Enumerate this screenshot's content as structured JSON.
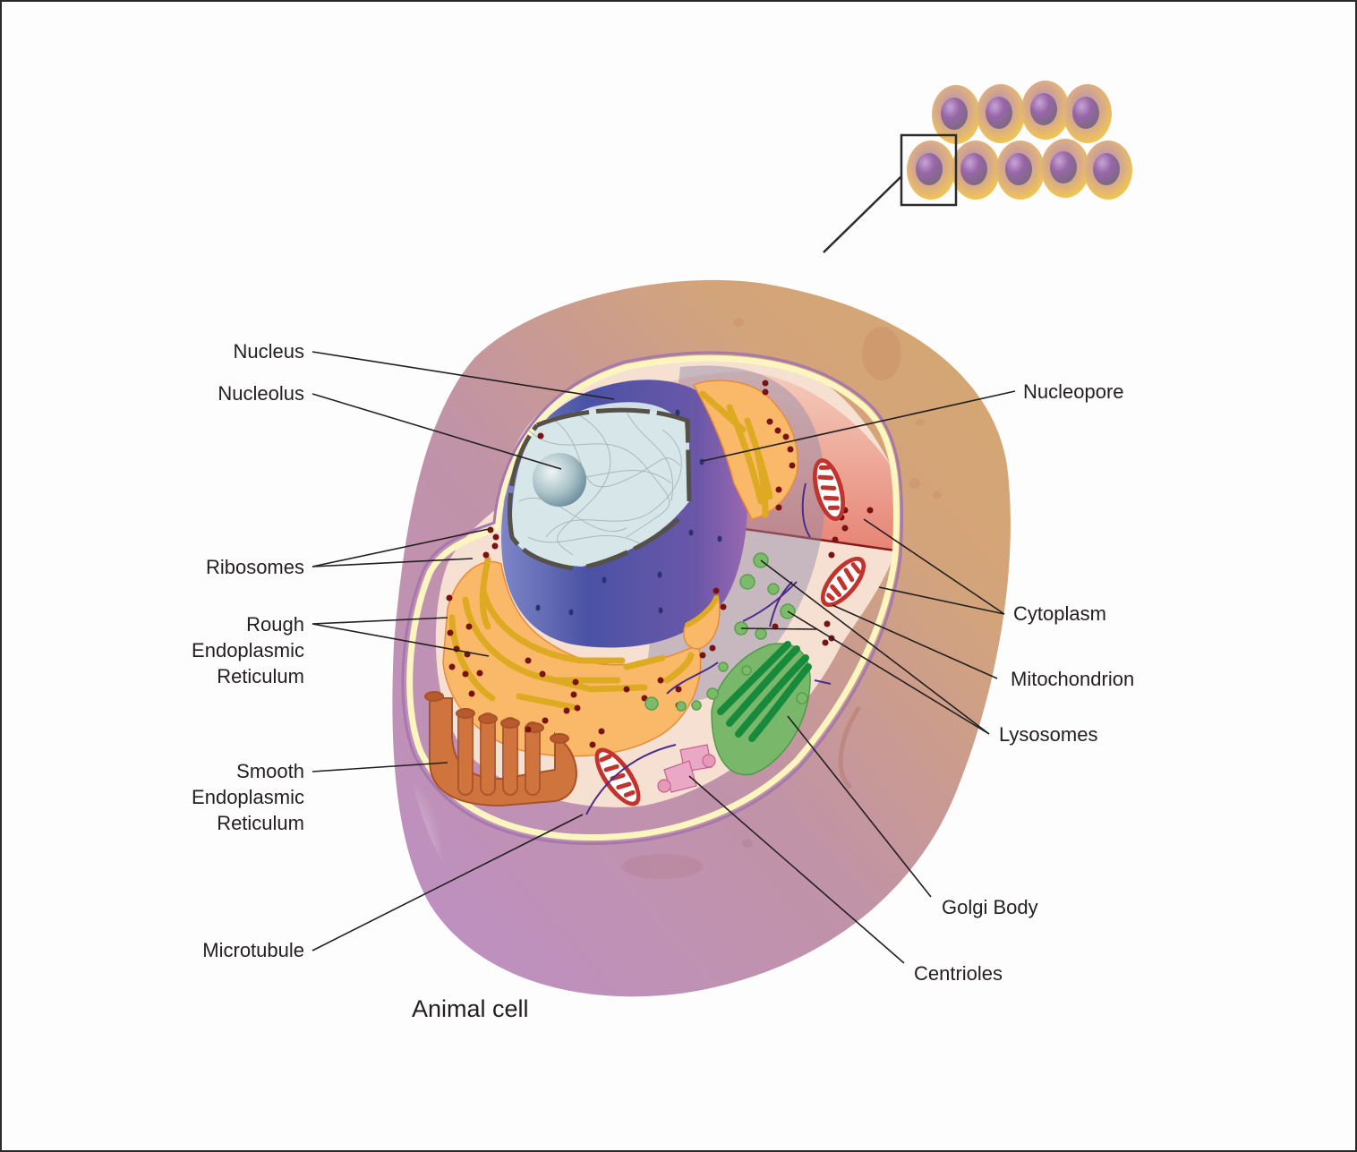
{
  "figure": {
    "title": "Animal cell",
    "tissue_cells_count": 9,
    "left_labels": [
      {
        "id": "nucleus",
        "lines": [
          "Nucleus"
        ]
      },
      {
        "id": "nucleolus",
        "lines": [
          "Nucleolus"
        ]
      },
      {
        "id": "ribosomes",
        "lines": [
          "Ribosomes"
        ]
      },
      {
        "id": "rough-er",
        "lines": [
          "Rough",
          "Endoplasmic",
          "Reticulum"
        ]
      },
      {
        "id": "smooth-er",
        "lines": [
          "Smooth",
          "Endoplasmic",
          "Reticulum"
        ]
      },
      {
        "id": "microtubule",
        "lines": [
          "Microtubule"
        ]
      }
    ],
    "right_labels": [
      {
        "id": "nucleopore",
        "lines": [
          "Nucleopore"
        ]
      },
      {
        "id": "cytoplasm",
        "lines": [
          "Cytoplasm"
        ]
      },
      {
        "id": "mitochondrion",
        "lines": [
          "Mitochondrion"
        ]
      },
      {
        "id": "lysosomes",
        "lines": [
          "Lysosomes"
        ]
      },
      {
        "id": "golgi-body",
        "lines": [
          "Golgi Body"
        ]
      },
      {
        "id": "centrioles",
        "lines": [
          "Centrioles"
        ]
      }
    ]
  },
  "colors": {
    "cell_outer_top": "#d4a572",
    "cell_outer_bottom": "#b98fbf",
    "membrane_yellow": "#fbf5c0",
    "membrane_purple": "#a678ad",
    "cytoplasm": "#f6dccd",
    "nucleus_blue": "#4c56a8",
    "nucleus_purple": "#8a62ad",
    "nucleoplasm": "#d7e6e8",
    "rough_er": "#f9b968",
    "rough_er_stripe": "#ddaa22",
    "ribosome": "#7a1212",
    "smooth_er": "#d0743d",
    "mitochondrion": "#c3332e",
    "golgi": "#2f9c48",
    "golgi_back": "#79b86a",
    "lysosome": "#7bbb6a",
    "centriole": "#e29bb8",
    "microtubule": "#4b2c8c",
    "leader_line": "#231f20",
    "tissue_cytoplasm": "#f0c553",
    "tissue_nucleus": "#9a66a6"
  }
}
